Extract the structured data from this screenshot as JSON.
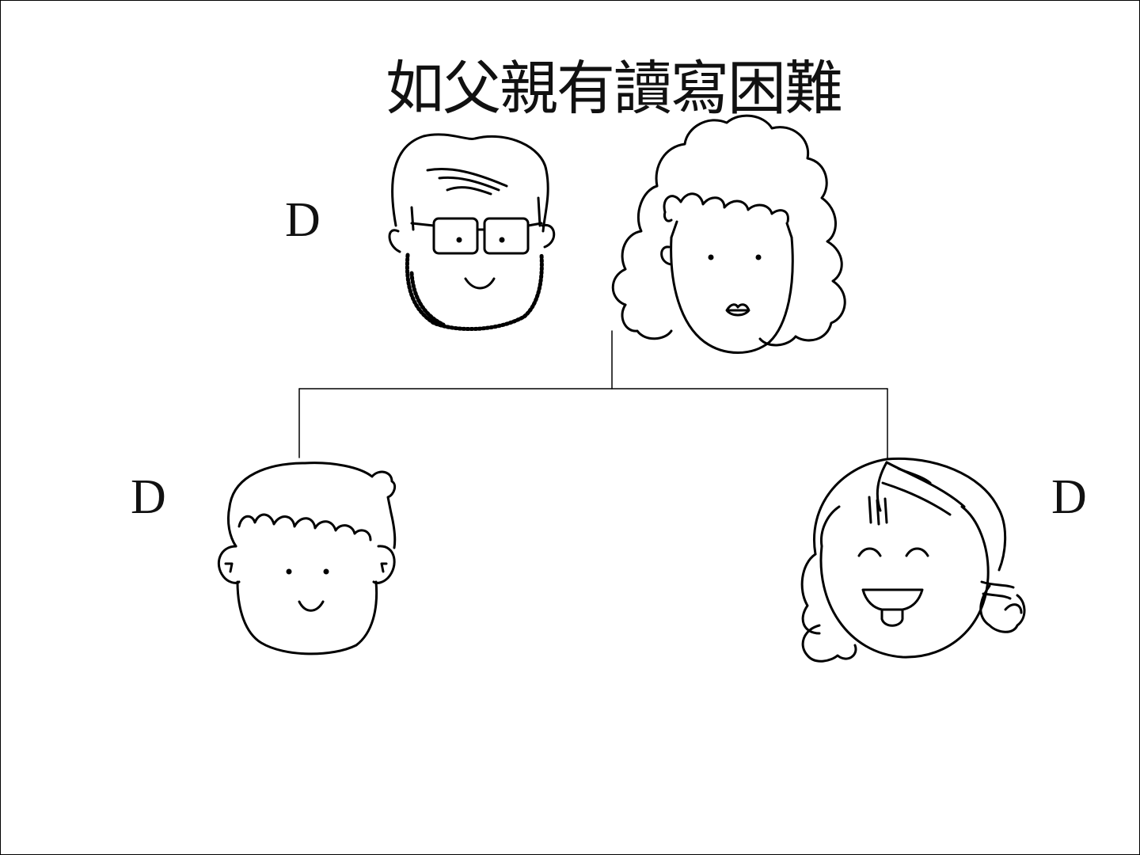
{
  "title": "如父親有讀寫困難",
  "members": {
    "father": {
      "label": "D"
    },
    "mother": {
      "label": ""
    },
    "son": {
      "label": "D"
    },
    "daughter": {
      "label": "D"
    }
  }
}
